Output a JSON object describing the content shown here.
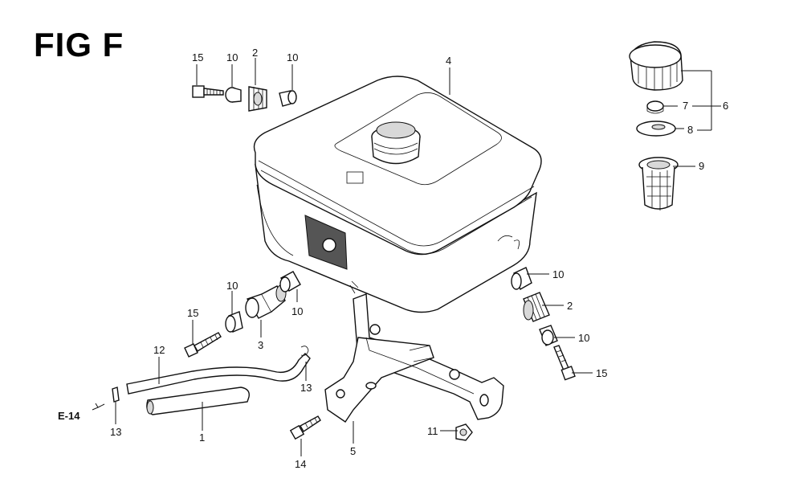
{
  "figure": {
    "title": "FIG F",
    "cross_reference": "E-14"
  },
  "callouts": {
    "c15_top": "15",
    "c10_top_left": "10",
    "c2_top": "2",
    "c10_top_right": "10",
    "c4": "4",
    "c6": "6",
    "c7": "7",
    "c8": "8",
    "c9": "9",
    "c10_mid_left": "10",
    "c10_mid_center": "10",
    "c15_mid_left": "15",
    "c3": "3",
    "c12": "12",
    "c13_right": "13",
    "c13_left": "13",
    "c1": "1",
    "c14": "14",
    "c5": "5",
    "c10_right_upper": "10",
    "c2_right": "2",
    "c10_right_lower": "10",
    "c15_right": "15",
    "c11": "11"
  }
}
